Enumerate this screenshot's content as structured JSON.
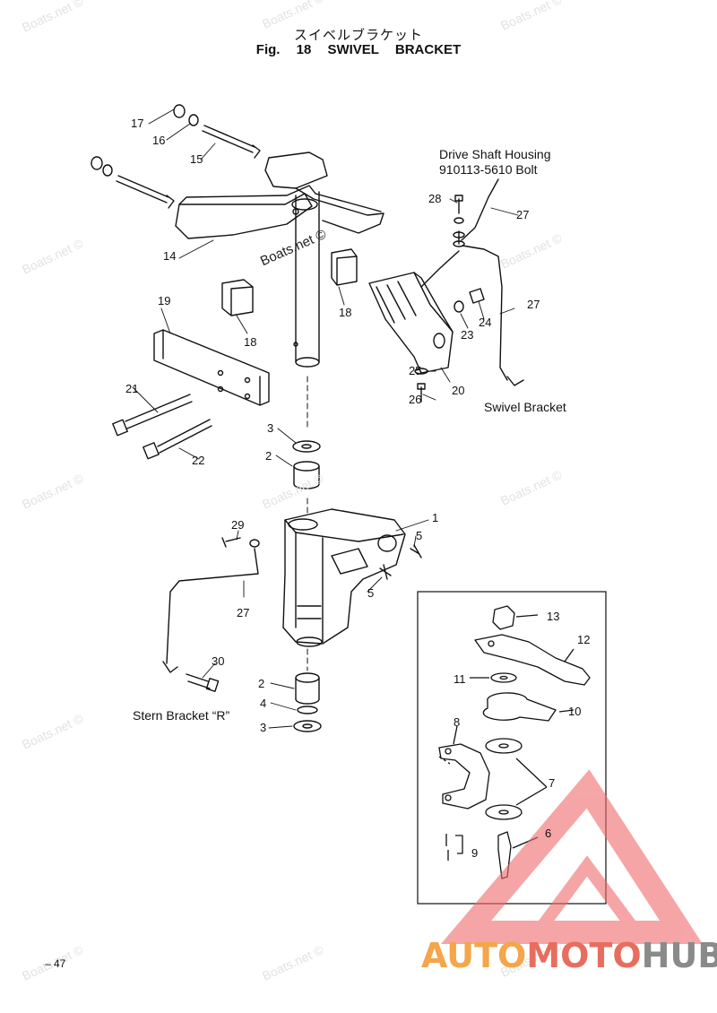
{
  "figure": {
    "title_jp": "スイベルブラケット",
    "fig_number": "Fig. 18",
    "title_en": "SWIVEL BRACKET",
    "page_number": "– 47"
  },
  "captions": {
    "drive_shaft_line1": "Drive Shaft Housing",
    "drive_shaft_line2": "910113-5610 Bolt",
    "swivel_bracket": "Swivel Bracket",
    "stern_bracket": "Stern Bracket “R”"
  },
  "callouts": [
    "1",
    "2",
    "3",
    "5",
    "5",
    "2",
    "4",
    "3",
    "6",
    "7",
    "8",
    "9",
    "10",
    "11",
    "12",
    "13",
    "14",
    "15",
    "16",
    "17",
    "18",
    "18",
    "19",
    "20",
    "21",
    "22",
    "23",
    "24",
    "25",
    "26",
    "27",
    "27",
    "27",
    "28",
    "29",
    "30"
  ],
  "watermark": {
    "text": "Boats.net ©",
    "bold_text": "Boats.net ©"
  },
  "logo": {
    "part1": "AUTO",
    "part2": "MOTO",
    "part3": "HUB",
    "colors": {
      "auto": "#f3a64a",
      "moto": "#e86d5e",
      "hub": "#8a8a8a",
      "triangle": "#f06b6b"
    }
  }
}
